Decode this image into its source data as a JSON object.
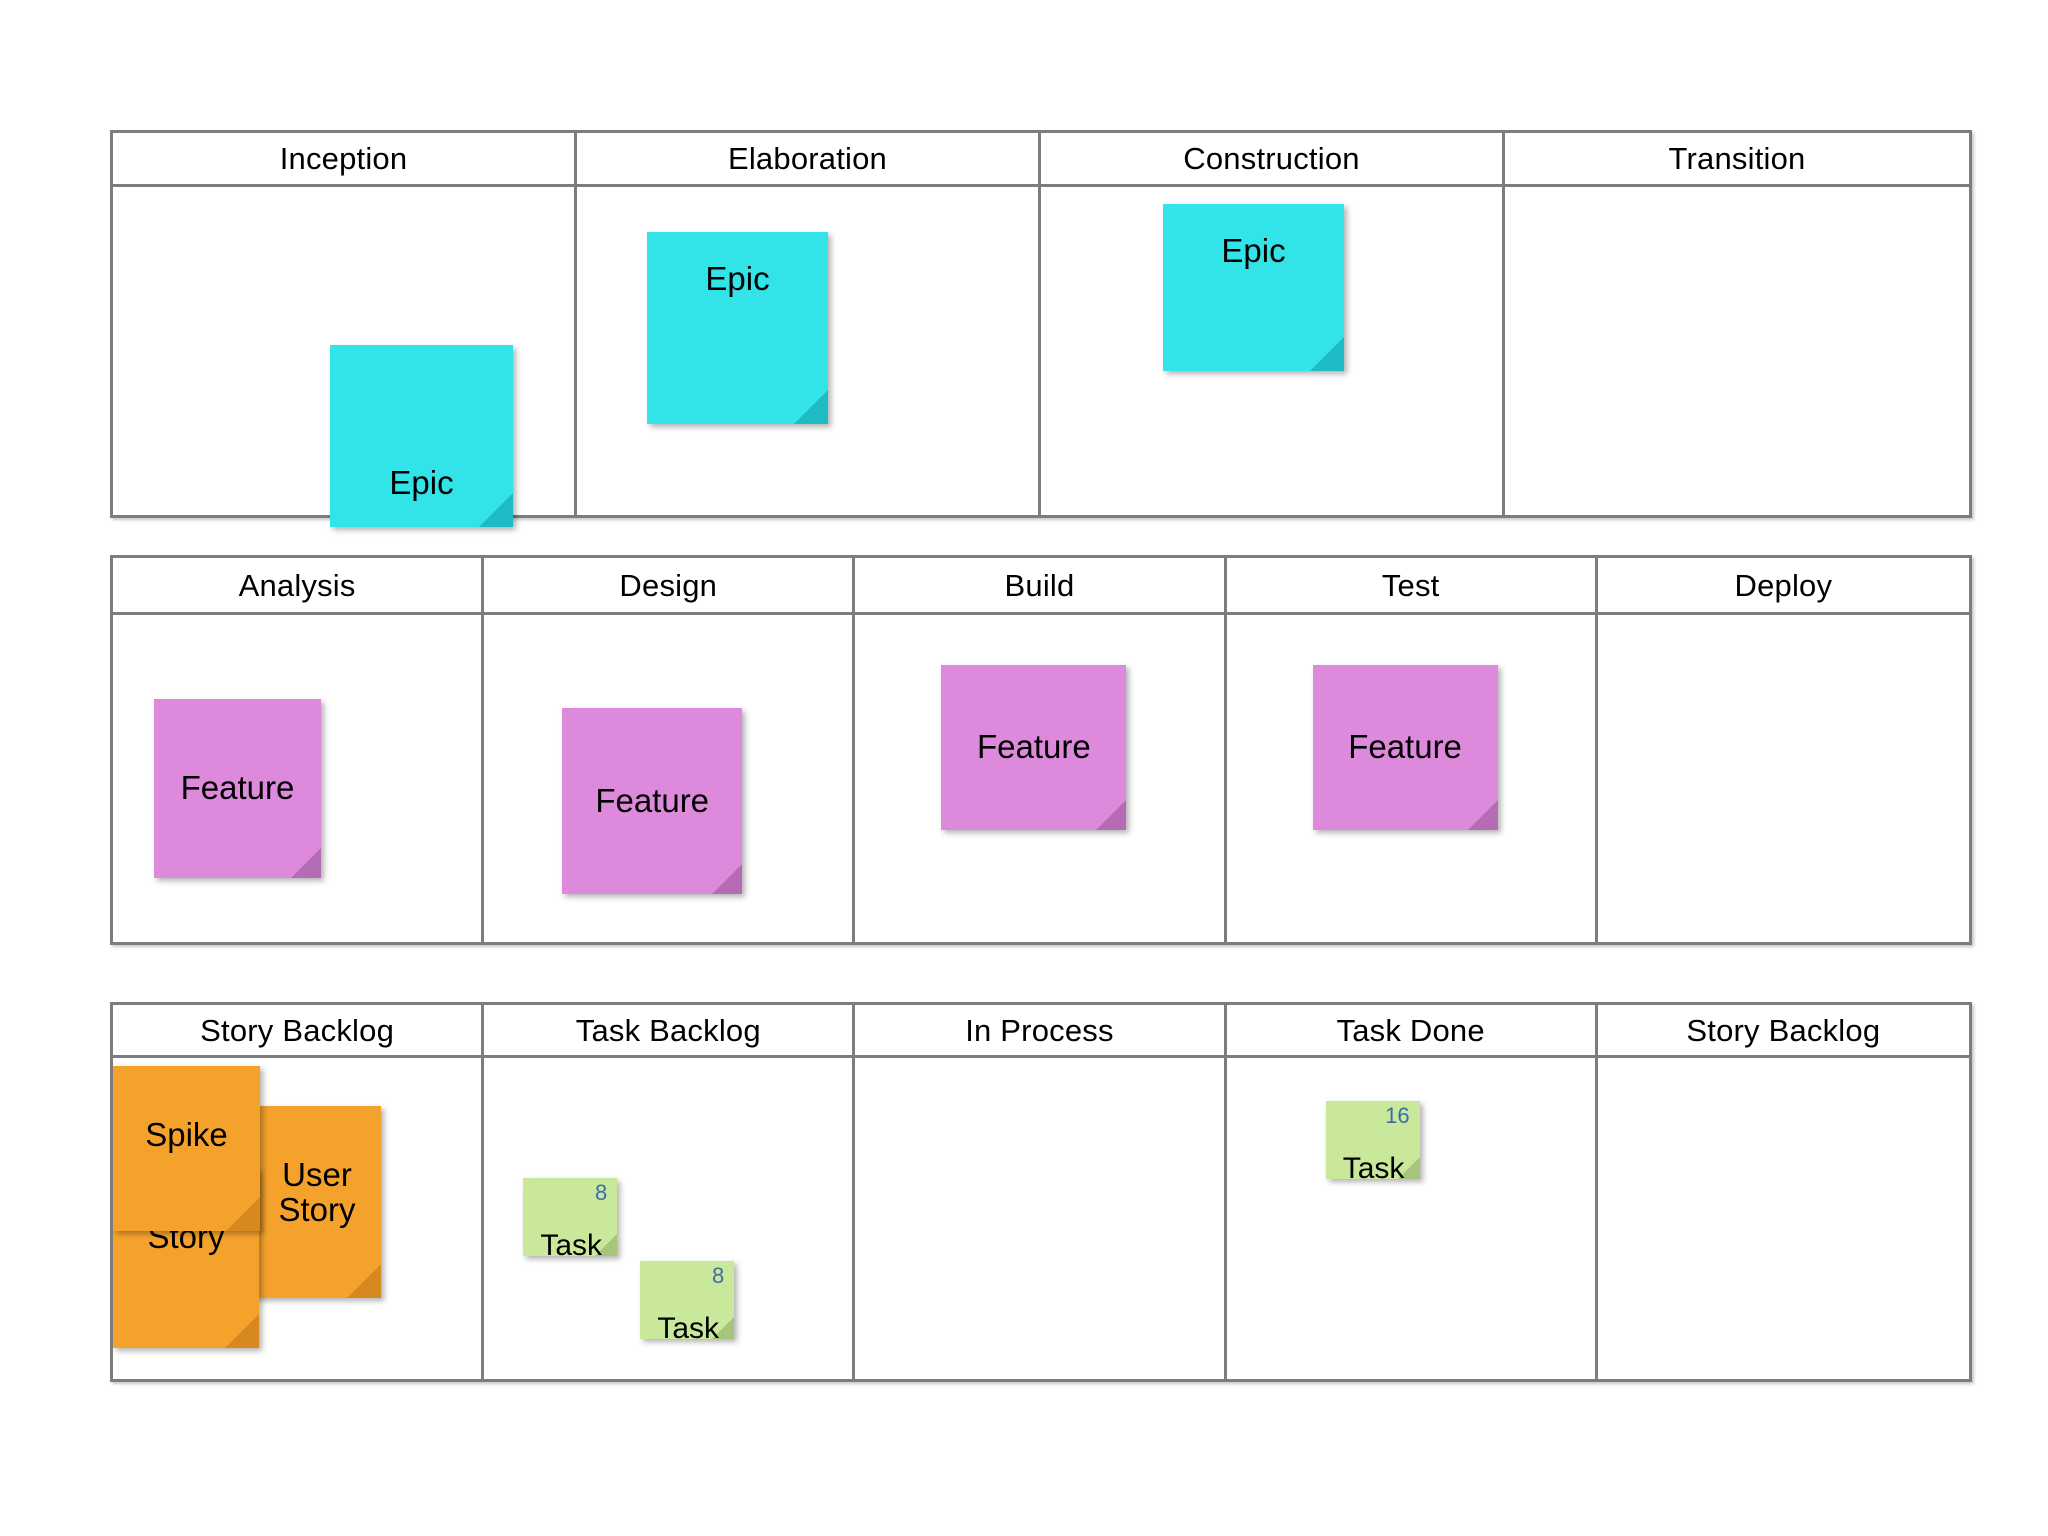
{
  "boards": [
    {
      "id": "phase-board",
      "columns": [
        {
          "label": "Inception"
        },
        {
          "label": "Elaboration"
        },
        {
          "label": "Construction"
        },
        {
          "label": "Transition"
        }
      ],
      "notes": [
        {
          "label": "Epic",
          "color": "cyan",
          "column": 0
        },
        {
          "label": "Epic",
          "color": "cyan",
          "column": 1
        },
        {
          "label": "Epic",
          "color": "cyan",
          "column": 2
        }
      ]
    },
    {
      "id": "feature-board",
      "columns": [
        {
          "label": "Analysis"
        },
        {
          "label": "Design"
        },
        {
          "label": "Build"
        },
        {
          "label": "Test"
        },
        {
          "label": "Deploy"
        }
      ],
      "notes": [
        {
          "label": "Feature",
          "color": "purple",
          "column": 0
        },
        {
          "label": "Feature",
          "color": "purple",
          "column": 1
        },
        {
          "label": "Feature",
          "color": "purple",
          "column": 2
        },
        {
          "label": "Feature",
          "color": "purple",
          "column": 3
        }
      ]
    },
    {
      "id": "task-board",
      "columns": [
        {
          "label": "Story Backlog"
        },
        {
          "label": "Task Backlog"
        },
        {
          "label": "In Process"
        },
        {
          "label": "Task Done"
        },
        {
          "label": "Story Backlog"
        }
      ],
      "notes": [
        {
          "label": "User Story",
          "color": "orange",
          "column": 0
        },
        {
          "label": "Story",
          "color": "orange",
          "column": 0
        },
        {
          "label": "Spike",
          "color": "orange",
          "column": 0
        },
        {
          "label": "Task",
          "badge": "8",
          "color": "green",
          "column": 1
        },
        {
          "label": "Task",
          "badge": "8",
          "color": "green",
          "column": 1
        },
        {
          "label": "Task",
          "badge": "16",
          "color": "green",
          "column": 3
        }
      ]
    }
  ],
  "colors": {
    "epic_note": "#32E3E8",
    "feature_note": "#DD8ADD",
    "story_note": "#F5A22D",
    "task_note": "#C9E89C",
    "badge_text": "#3c6ea5",
    "border": "#7d7d7d",
    "background": "#ffffff"
  }
}
